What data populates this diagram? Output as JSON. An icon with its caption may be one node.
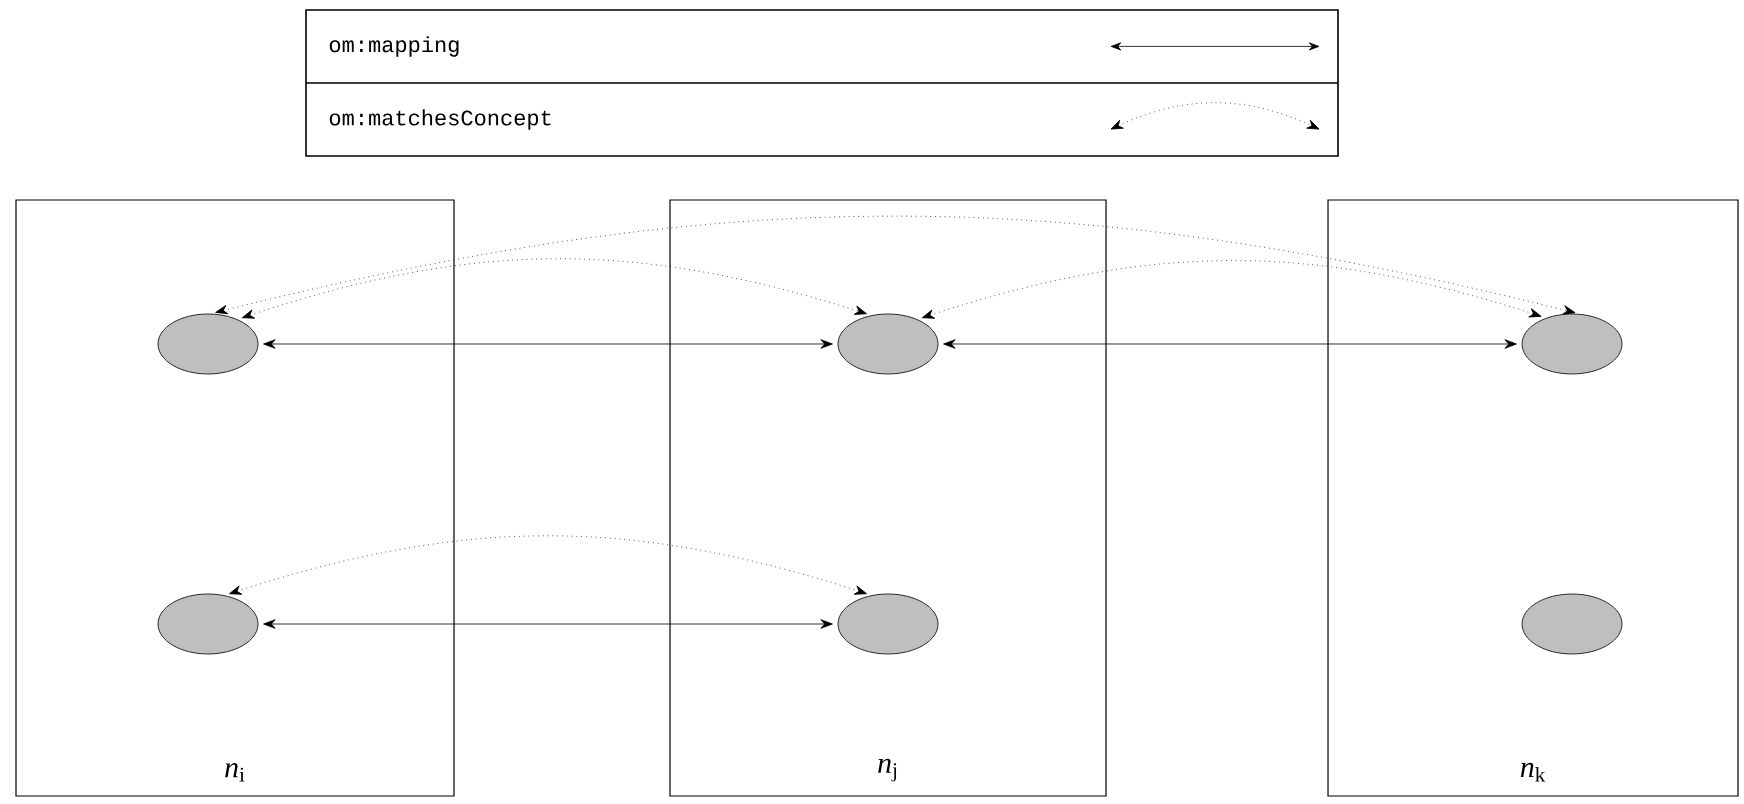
{
  "diagram": {
    "nodes": [
      {
        "text": [
          "*n*$_{i}$"
        ]
      },
      {
        "text": [
          "*n*$_{j}$"
        ]
      },
      {
        "text": [
          "*n*$_{k}$"
        ]
      },
      {
        "text": [],
        "shape": "ellipse",
        "in": 0
      },
      {
        "text": [],
        "shape": "ellipse",
        "in": 0
      },
      {
        "text": [],
        "shape": "ellipse",
        "in": 1
      },
      {
        "text": [],
        "shape": "ellipse",
        "in": 1
      },
      {
        "text": [],
        "shape": "ellipse",
        "in": 2
      },
      {
        "text": [],
        "shape": "ellipse",
        "in": 2
      }
    ],
    "edges": [
      {
        "from": 3,
        "to": 5,
        "arrow": "both"
      },
      {
        "from": 5,
        "to": 7,
        "arrow": "both"
      },
      {
        "from": 4,
        "to": 6,
        "arrow": "both"
      },
      {
        "from": 3,
        "to": 5,
        "arrow": "both",
        "style": "dashed"
      },
      {
        "from": 3,
        "to": 7,
        "arrow": "both",
        "style": "dashed"
      },
      {
        "from": 5,
        "to": 7,
        "arrow": "both",
        "style": "dashed"
      },
      {
        "from": 4,
        "to": 6,
        "arrow": "both",
        "style": "dashed"
      }
    ],
    "legend": [
      {
        "text": "om:mapping"
      },
      {
        "text": "om:matchesConcept"
      }
    ]
  }
}
